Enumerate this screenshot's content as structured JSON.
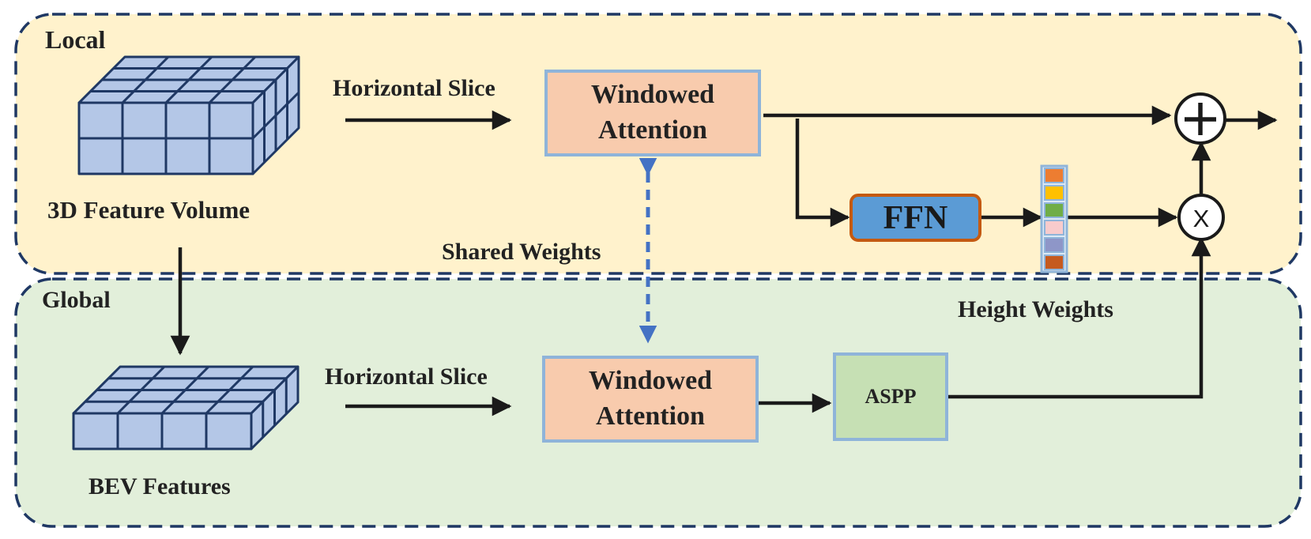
{
  "panels": {
    "local": {
      "label": "Local",
      "fill": "#fff2cc"
    },
    "global": {
      "label": "Global",
      "fill": "#e2efda"
    },
    "border_color": "#1f3864"
  },
  "labels": {
    "feature_volume": "3D Feature Volume",
    "bev_features": "BEV Features",
    "horizontal_slice_top": "Horizontal Slice",
    "horizontal_slice_bottom": "Horizontal Slice",
    "shared_weights": "Shared Weights",
    "height_weights": "Height Weights"
  },
  "blocks": {
    "attention_top": {
      "line1": "Windowed",
      "line2": "Attention"
    },
    "attention_bottom": {
      "line1": "Windowed",
      "line2": "Attention"
    },
    "ffn": "FFN",
    "aspp": "ASPP"
  },
  "operators": {
    "add": "+",
    "multiply": "X"
  },
  "colors": {
    "arrow": "#1a1a1a",
    "shared_arrow": "#4472c4",
    "cube_face": "#b4c7e7",
    "cube_edge": "#1f3864",
    "weight_vector": [
      "#ed7d31",
      "#ffc000",
      "#70ad47",
      "#f8cbcc",
      "#8e96c8",
      "#c55a1f"
    ]
  }
}
